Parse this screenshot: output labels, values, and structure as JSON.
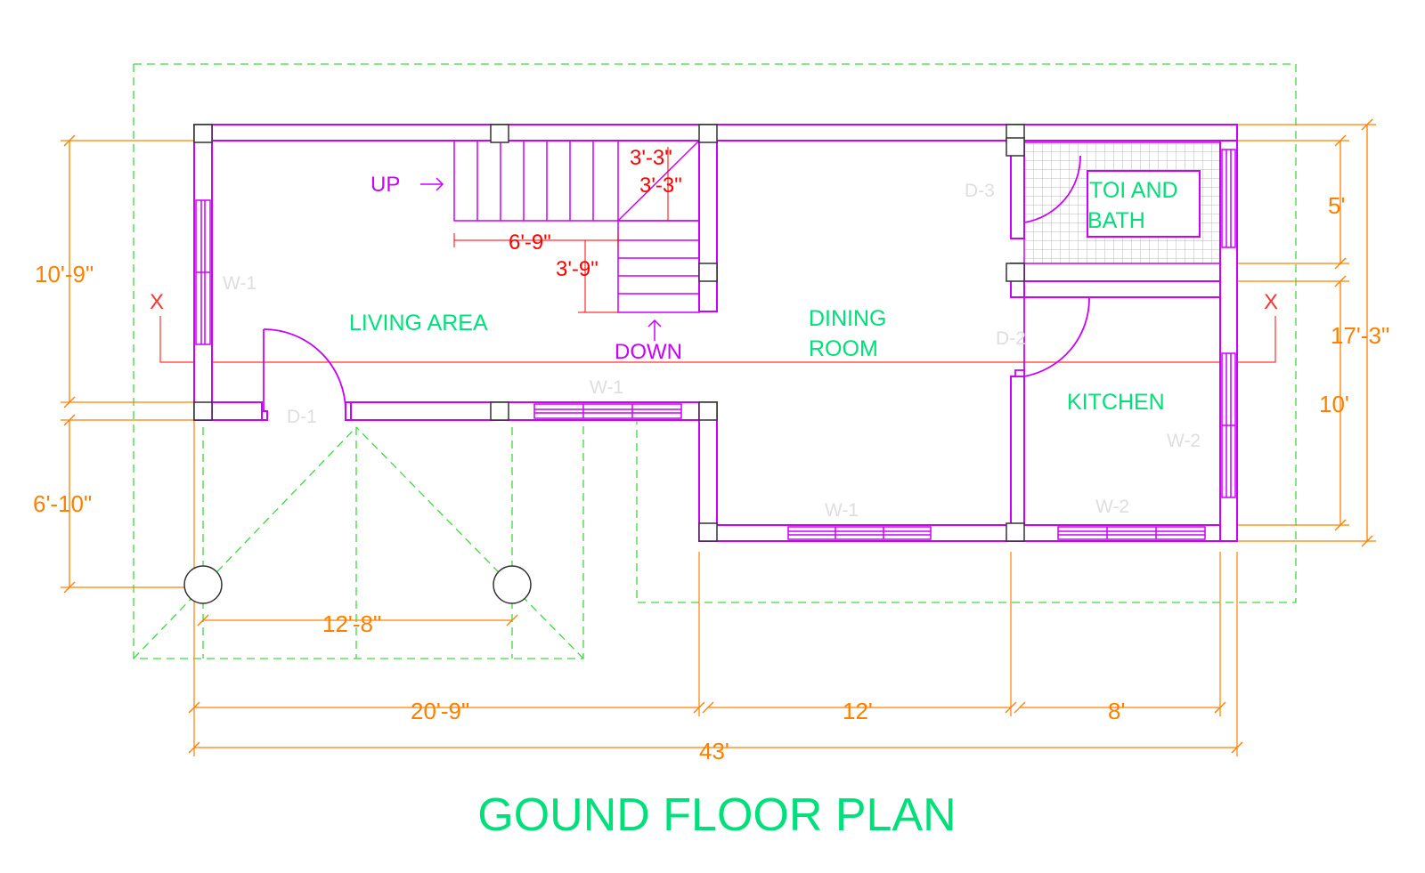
{
  "title": "GOUND FLOOR PLAN",
  "colors": {
    "wall": "#cc00ff",
    "dimension": "#ff8000",
    "stair_dimension": "#ff0000",
    "room_label": "#00e07a",
    "outline": "#3ed93e",
    "section_line": "#ff3333",
    "column": "#444444",
    "tile": "#b8b8b8"
  },
  "rooms": {
    "living": "LIVING AREA",
    "dining_1": "DINING",
    "dining_2": "ROOM",
    "kitchen": "KITCHEN",
    "toilet_1": "TOI AND",
    "toilet_2": "BATH"
  },
  "stairs": {
    "up": "UP",
    "down": "DOWN",
    "dim_a": "3'-3\"",
    "dim_b": "3'-3\"",
    "dim_c": "6'-9\"",
    "dim_d": "3'-9\""
  },
  "section_marks": {
    "left": "X",
    "right": "X"
  },
  "tags": {
    "w1_left": "W-1",
    "w1_top": "W-1",
    "w1_bottom": "W-1",
    "w2_right": "W-2",
    "w2_bottom": "W-2",
    "d1": "D-1",
    "d2": "D-2",
    "d3": "D-3"
  },
  "dimensions": {
    "left_upper": "10'-9\"",
    "left_lower": "6'-10\"",
    "porch_width": "12'-8\"",
    "bottom_1": "20'-9\"",
    "bottom_2": "12'",
    "bottom_3": "8'",
    "overall_length": "43'",
    "right_1": "5'",
    "right_2": "10'",
    "overall_width": "17'-3\""
  }
}
